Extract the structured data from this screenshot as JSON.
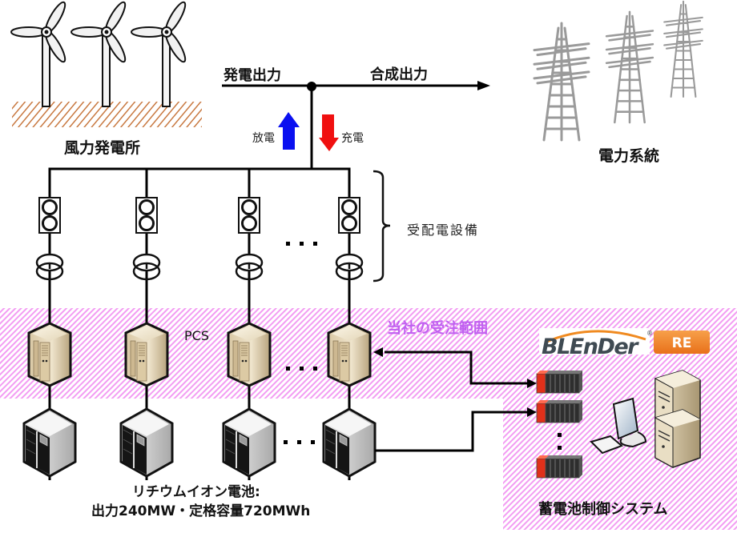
{
  "labels": {
    "wind_farm": "風力発電所",
    "generation_output": "発電出力",
    "combined_output": "合成出力",
    "discharge": "放電",
    "charge": "充電",
    "power_grid": "電力系統",
    "substation_equipment": "受配電設備",
    "pcs": "PCS",
    "scope_of_order": "当社の受注範囲",
    "battery_line1": "リチウムイオン電池:",
    "battery_line2": "出力240MW・定格容量720MWh",
    "control_system": "蓄電池制御システム",
    "ellipsis": "・・・",
    "vertical_ellipsis": "・\n・"
  },
  "logo": {
    "name": "BLEnDer",
    "registered_mark": "®",
    "badge": "RE"
  },
  "colors": {
    "discharge_arrow": "#0a10f0",
    "charge_arrow": "#f01010",
    "scope_text": "#c060f0",
    "scope_hatch": "#f080f0",
    "logo_text": "#3f4a52",
    "logo_swoosh": "#f08a20",
    "badge_bg": "#f07f1e",
    "hatch_ground": "#c0703a",
    "tower_gray": "#9a9a9a"
  },
  "battery_stack": {
    "power_mw": 240,
    "capacity_mwh": 720
  }
}
